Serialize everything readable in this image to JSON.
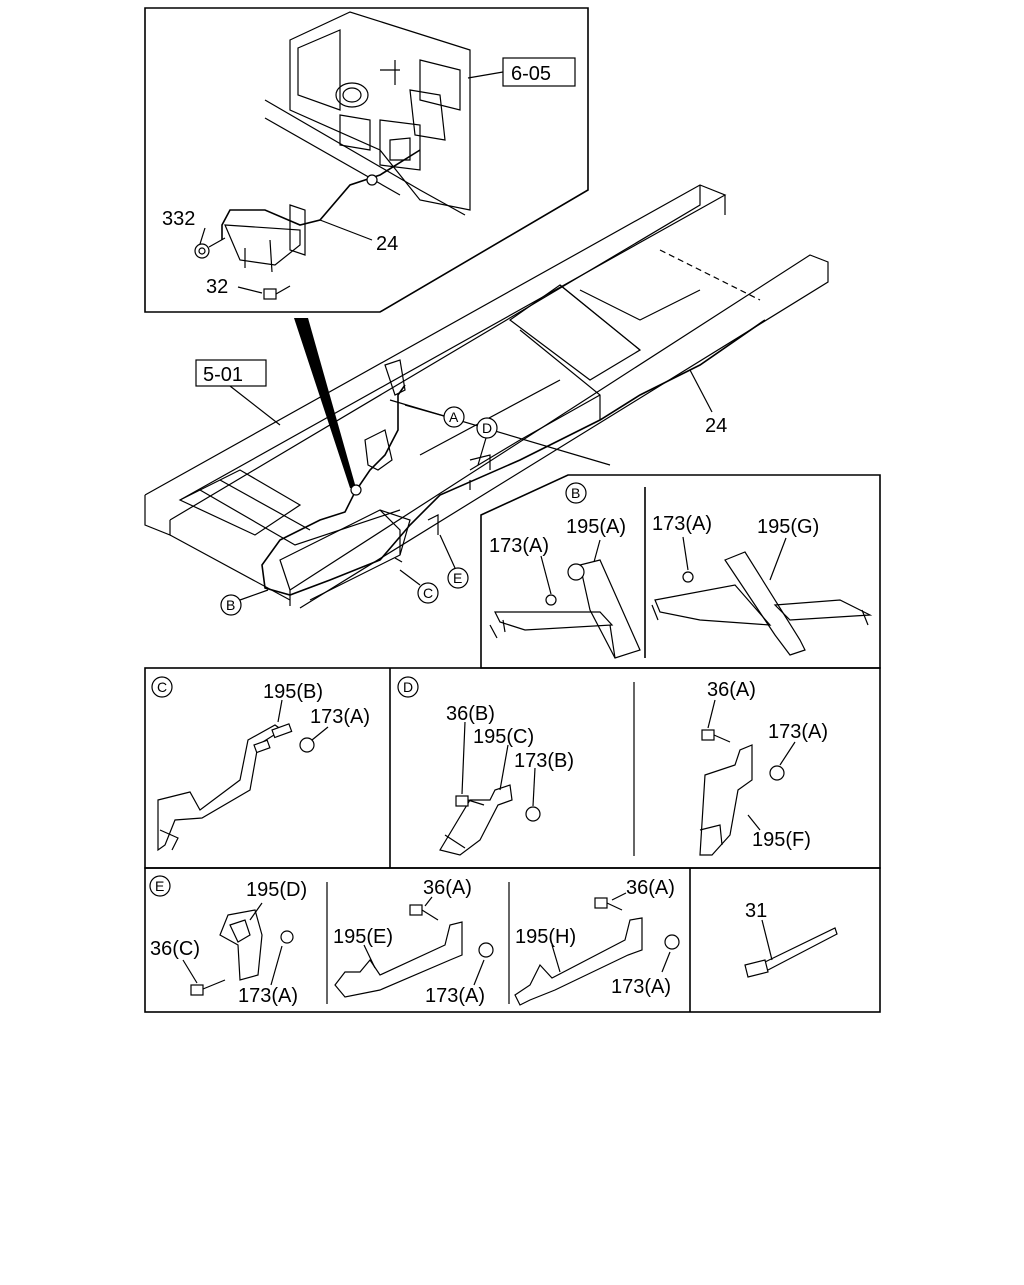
{
  "refs": {
    "inset_ref": "6-05",
    "frame_ref": "5-01"
  },
  "markers": {
    "A": "A",
    "B": "B",
    "C": "C",
    "D": "D",
    "E": "E"
  },
  "labels": {
    "top_332": "332",
    "top_24": "24",
    "top_32": "32",
    "frame_24": "24",
    "b_173a_left": "173(A)",
    "b_195a": "195(A)",
    "b_173a_right": "173(A)",
    "b_195g": "195(G)",
    "c_195b": "195(B)",
    "c_173a": "173(A)",
    "d_36b": "36(B)",
    "d_195c": "195(C)",
    "d_173b": "173(B)",
    "d_36a": "36(A)",
    "d_173a": "173(A)",
    "d_195f": "195(F)",
    "e_195d": "195(D)",
    "e_36c": "36(C)",
    "e_173a_1": "173(A)",
    "e_36a_2": "36(A)",
    "e_195e": "195(E)",
    "e_173a_2": "173(A)",
    "e_36a_3": "36(A)",
    "e_195h": "195(H)",
    "e_173a_3": "173(A)",
    "e_31": "31"
  }
}
